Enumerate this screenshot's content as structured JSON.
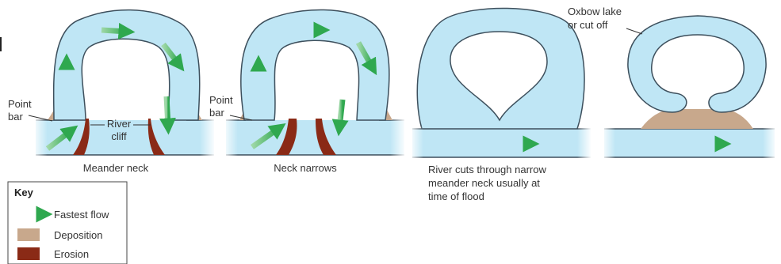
{
  "colors": {
    "water": "#bfe6f5",
    "water_outline": "#3d4f5c",
    "deposition": "#c8a88c",
    "erosion": "#8a2a16",
    "arrow": "#2fa84f",
    "text": "#333333"
  },
  "stages": [
    {
      "caption": "Meander neck"
    },
    {
      "caption": "Neck narrows"
    },
    {
      "caption_lines": [
        "River cuts through narrow",
        "meander neck usually at",
        "time of flood"
      ]
    },
    {
      "caption_lines": [
        "Oxbow lake",
        "or cut off"
      ]
    }
  ],
  "labels": {
    "point_bar_1": [
      "Point",
      "bar"
    ],
    "river_cliff": [
      "River",
      "cliff"
    ],
    "point_bar_2": [
      "Point",
      "bar"
    ]
  },
  "key": {
    "title": "Key",
    "items": [
      {
        "label": "Fastest flow",
        "icon": "green-arrow-icon"
      },
      {
        "label": "Deposition",
        "icon": "deposition-swatch"
      },
      {
        "label": "Erosion",
        "icon": "erosion-swatch"
      }
    ]
  }
}
